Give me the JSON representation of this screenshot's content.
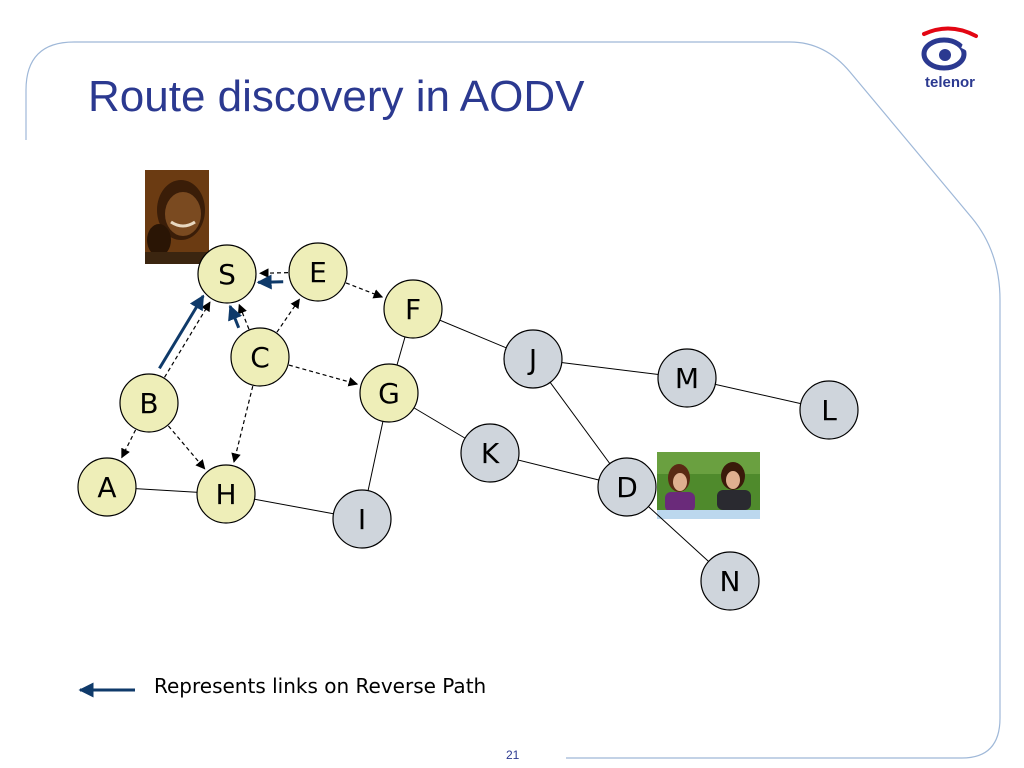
{
  "slide": {
    "title": "Route discovery in AODV",
    "brand": "telenor",
    "legend": "Represents links on Reverse Path",
    "page_number": "21"
  },
  "colors": {
    "title": "#2b3990",
    "frame": "#9fb8d8",
    "node_source_side": "#eeeeb8",
    "node_dest_side": "#cfd5dc",
    "reverse_arrow": "#0f3a6a",
    "brand_red": "#e30613"
  },
  "diagram": {
    "nodes": [
      {
        "id": "S",
        "label": "S",
        "group": "source"
      },
      {
        "id": "E",
        "label": "E",
        "group": "source"
      },
      {
        "id": "F",
        "label": "F",
        "group": "source"
      },
      {
        "id": "C",
        "label": "C",
        "group": "source"
      },
      {
        "id": "G",
        "label": "G",
        "group": "source"
      },
      {
        "id": "B",
        "label": "B",
        "group": "source"
      },
      {
        "id": "A",
        "label": "A",
        "group": "source"
      },
      {
        "id": "H",
        "label": "H",
        "group": "source"
      },
      {
        "id": "J",
        "label": "J",
        "group": "dest"
      },
      {
        "id": "M",
        "label": "M",
        "group": "dest"
      },
      {
        "id": "L",
        "label": "L",
        "group": "dest"
      },
      {
        "id": "K",
        "label": "K",
        "group": "dest"
      },
      {
        "id": "I",
        "label": "I",
        "group": "dest"
      },
      {
        "id": "D",
        "label": "D",
        "group": "dest"
      },
      {
        "id": "N",
        "label": "N",
        "group": "dest"
      }
    ],
    "links": [
      {
        "from": "F",
        "to": "J"
      },
      {
        "from": "F",
        "to": "G"
      },
      {
        "from": "J",
        "to": "M"
      },
      {
        "from": "J",
        "to": "D"
      },
      {
        "from": "M",
        "to": "L"
      },
      {
        "from": "G",
        "to": "K"
      },
      {
        "from": "G",
        "to": "I"
      },
      {
        "from": "K",
        "to": "D"
      },
      {
        "from": "D",
        "to": "N"
      },
      {
        "from": "A",
        "to": "H"
      },
      {
        "from": "H",
        "to": "I"
      }
    ],
    "rreq": [
      {
        "from": "E",
        "to": "S"
      },
      {
        "from": "E",
        "to": "F"
      },
      {
        "from": "C",
        "to": "S"
      },
      {
        "from": "C",
        "to": "E"
      },
      {
        "from": "C",
        "to": "G"
      },
      {
        "from": "C",
        "to": "H"
      },
      {
        "from": "B",
        "to": "S"
      },
      {
        "from": "B",
        "to": "A"
      },
      {
        "from": "B",
        "to": "H"
      }
    ],
    "reverse_path": [
      {
        "from": "E",
        "to": "S"
      },
      {
        "from": "C",
        "to": "S"
      },
      {
        "from": "B",
        "to": "S"
      }
    ]
  }
}
